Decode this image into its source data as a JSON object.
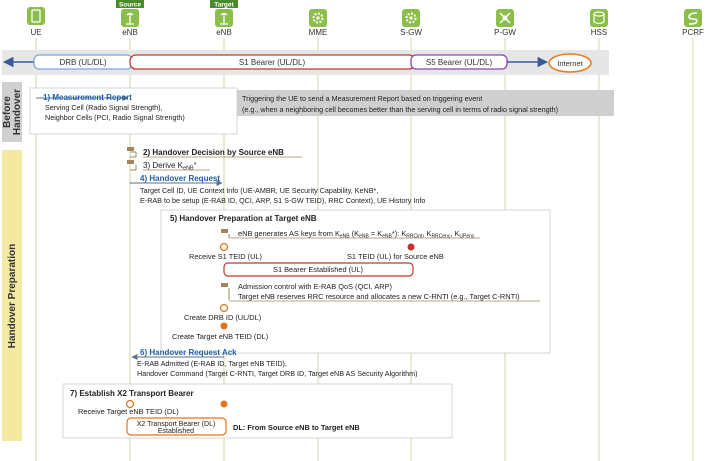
{
  "nodes": [
    {
      "label": "UE",
      "icon": "phone-icon",
      "tag": ""
    },
    {
      "label": "eNB",
      "icon": "base-station-icon",
      "tag": "Source"
    },
    {
      "label": "eNB",
      "icon": "base-station-icon",
      "tag": "Target"
    },
    {
      "label": "MME",
      "icon": "gear-icon",
      "tag": ""
    },
    {
      "label": "S-GW",
      "icon": "gear-icon",
      "tag": ""
    },
    {
      "label": "P-GW",
      "icon": "network-node-icon",
      "tag": ""
    },
    {
      "label": "HSS",
      "icon": "database-icon",
      "tag": ""
    },
    {
      "label": "PCRF",
      "icon": "policy-icon",
      "tag": ""
    }
  ],
  "bearers": {
    "drb": "DRB (UL/DL)",
    "s1": "S1 Bearer (UL/DL)",
    "s5": "S5 Bearer (UL/DL)",
    "internet": "Internet"
  },
  "phases": {
    "before": [
      "Before",
      "Handover"
    ],
    "prep": "Handover Preparation"
  },
  "steps": {
    "s1_title": "1) Measurement Report",
    "s1_l1": "Serving Cell (Radio Signal Strength),",
    "s1_l2": "Neighbor Cells (PCI, Radio Signal Strength)",
    "note_l1": "Triggering the UE to send a Measurement Report based on triggering event",
    "note_l2": "(e.g., when a neighboring cell becomes better than the serving cell in terms of radio signal strength)",
    "s2": "2) Handover Decision by Source eNB",
    "s3": "3) Derive K",
    "s3_sub": "eNB",
    "s3_sup": "*",
    "s4_title": "4) Handover Request",
    "s4_l1": "Target Cell ID, UE Context Info (UE-AMBR, UE Security Capability, KeNB*,",
    "s4_l2": "E-RAB to be setup (E-RAB ID, QCI, ARP, S1 S-GW TEID), RRC Context), UE History Info",
    "s5_title": "5) Handover Preparation at Target eNB",
    "s5_keys": "eNB generates AS keys from K",
    "s5_keys_sub": "eNB",
    "s5_keys_mid": " (K",
    "s5_keys_mid_sub": "eNB",
    "s5_keys_mid2": " = K",
    "s5_keys_mid2_sub": "eNB",
    "s5_keys_mid3": "*): K",
    "s5_keys_k1_sub": "RRCint",
    "s5_keys_k2": ", K",
    "s5_keys_k2_sub": "RRCenc",
    "s5_keys_k3": ", K",
    "s5_keys_k3_sub": "UPenc",
    "recv_s1": "Receive S1 TEID (UL)",
    "s1_teid_src": "S1 TEID (UL) for Source eNB",
    "s1_est": "S1 Bearer Established (UL)",
    "adm_l1": "Admission control with E-RAB QoS (QCI, ARP)",
    "adm_l2": "Target eNB reserves RRC resource and allocates a new C-RNTI (e.g., Target C-RNTI)",
    "drb_id": "Create DRB ID (UL/DL)",
    "tgt_teid": "Create Target eNB TEID (DL)",
    "s6_title": "6) Handover Request Ack",
    "s6_l1": "E-RAB Admitted (E-RAB ID, Target eNB TEID),",
    "s6_l2": "Handover Command (Target C-RNTI, Target DRB ID, Target eNB AS Security Algorithm)",
    "s7_title": "7) Establish X2 Transport Bearer",
    "s7_recv": "Receive Target eNB TEID (DL)",
    "x2_l1": "X2 Transport Bearer (DL)",
    "x2_l2": "Established",
    "dl_note": "DL: From Source eNB to Target eNB"
  },
  "colors": {
    "title_blue": "#1f5fa8",
    "node_green": "#8bbf4a",
    "tag_green": "#4a8a2a",
    "drb_blue": "#7aa7d9",
    "s1_red": "#c0392b",
    "s5_purple": "#8e44ad",
    "internet_orange": "#e67e22",
    "phase_yellow": "#f4e9a3",
    "phase_grey": "#d0d0d0",
    "note_grey": "#cfcfcf",
    "marker_brown": "#a0865a",
    "dot_orange": "#e8731c",
    "dot_red": "#c9302c"
  }
}
